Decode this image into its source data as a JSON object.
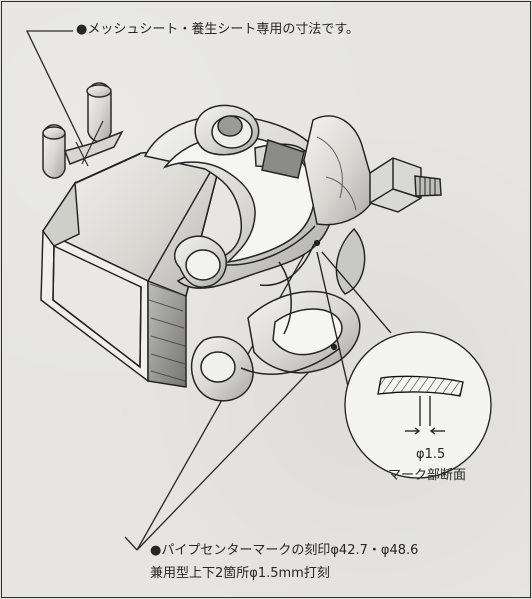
{
  "captions": {
    "top_note": "●メッシュシート・養生シート専用の寸法です。",
    "pipe_mark_line_1": "●パイプセンターマークの刻印φ42.7・φ48.6",
    "pipe_mark_line_2": "兼用型上下2箇所φ1.5mm打刻"
  },
  "detail": {
    "dimension": "φ1.5",
    "section_title": "マーク部断面"
  },
  "colors": {
    "paper": "#e6e5e3",
    "ink": "#262626",
    "shadow": "#777777"
  }
}
